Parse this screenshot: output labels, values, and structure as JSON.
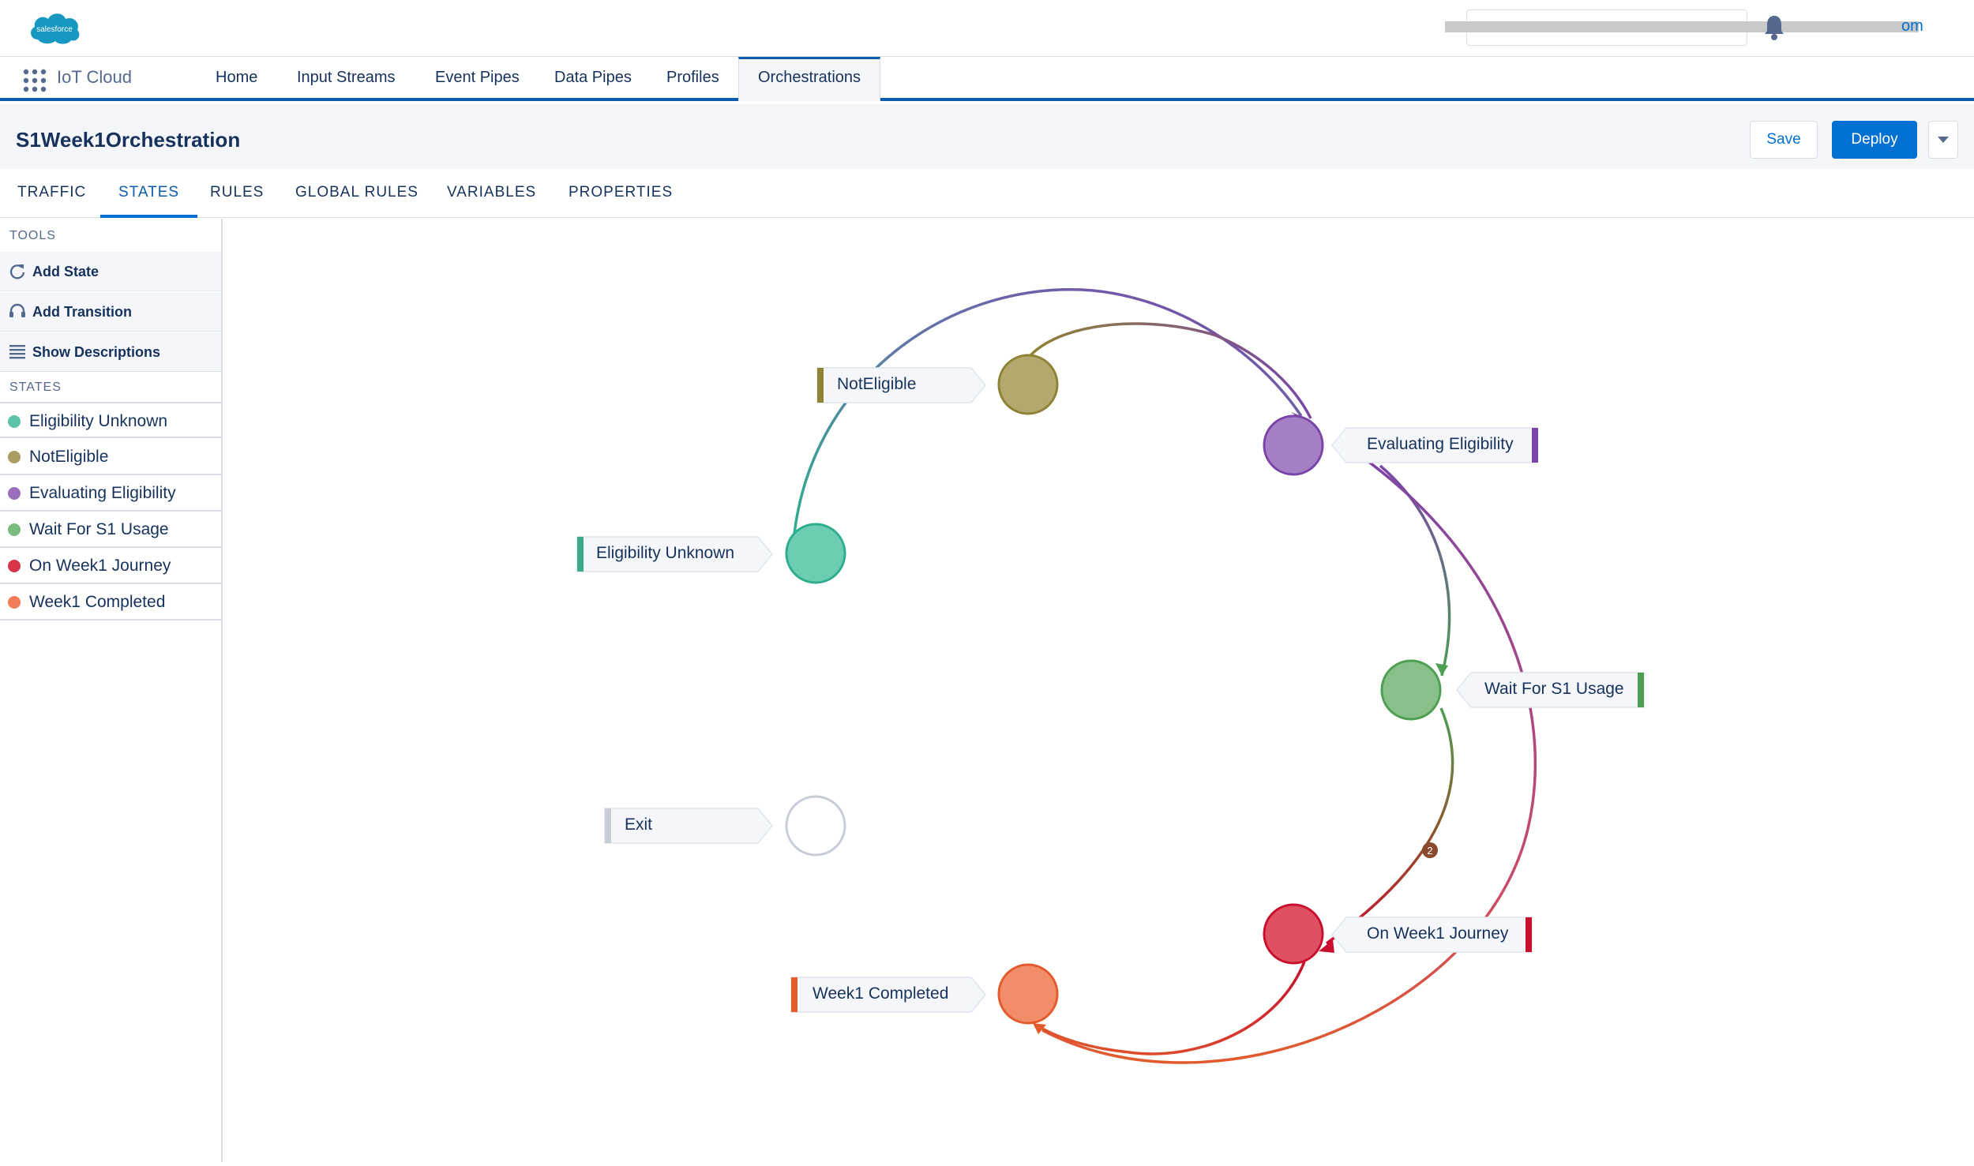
{
  "brand": {
    "logo_text": "salesforce",
    "logo_color": "#1798c1"
  },
  "header": {
    "user_link_suffix": "om"
  },
  "app": {
    "name": "IoT Cloud"
  },
  "nav": {
    "items": [
      "Home",
      "Input Streams",
      "Event Pipes",
      "Data Pipes",
      "Profiles",
      "Orchestrations"
    ],
    "active": "Orchestrations"
  },
  "page": {
    "title": "S1Week1Orchestration"
  },
  "actions": {
    "save": "Save",
    "deploy": "Deploy"
  },
  "tabs": {
    "items": [
      "TRAFFIC",
      "STATES",
      "RULES",
      "GLOBAL RULES",
      "VARIABLES",
      "PROPERTIES"
    ],
    "active": "STATES"
  },
  "sidebar": {
    "tools_heading": "TOOLS",
    "tools": [
      {
        "label": "Add State",
        "icon": "refresh-icon"
      },
      {
        "label": "Add Transition",
        "icon": "headset-icon"
      },
      {
        "label": "Show Descriptions",
        "icon": "list-icon"
      }
    ],
    "states_heading": "STATES",
    "states": [
      {
        "label": "Eligibility Unknown",
        "color": "#5cc3a9"
      },
      {
        "label": "NotEligible",
        "color": "#a99d62"
      },
      {
        "label": "Evaluating Eligibility",
        "color": "#9a6fbc"
      },
      {
        "label": "Wait For S1 Usage",
        "color": "#7abb7e"
      },
      {
        "label": "On Week1 Journey",
        "color": "#d8344c"
      },
      {
        "label": "Week1 Completed",
        "color": "#f17c56"
      }
    ]
  },
  "diagram": {
    "states": {
      "eligibility_unknown": {
        "label": "Eligibility Unknown",
        "color": "#6dcdb3",
        "stroke": "#2fae8e",
        "accent": "#3ba987"
      },
      "not_eligible": {
        "label": "NotEligible",
        "color": "#b3a86d",
        "stroke": "#8e8235",
        "accent": "#8e8235"
      },
      "evaluating_eligibility": {
        "label": "Evaluating Eligibility",
        "color": "#a57fc4",
        "stroke": "#7a45a8",
        "accent": "#7a45a8"
      },
      "wait_for_s1_usage": {
        "label": "Wait For S1 Usage",
        "color": "#88c08a",
        "stroke": "#4e9e54",
        "accent": "#4e9e54"
      },
      "on_week1_journey": {
        "label": "On Week1 Journey",
        "color": "#e05063",
        "stroke": "#c8102e",
        "accent": "#c8102e"
      },
      "week1_completed": {
        "label": "Week1 Completed",
        "color": "#f28c69",
        "stroke": "#e35a2c",
        "accent": "#e35a2c"
      },
      "exit": {
        "label": "Exit",
        "color": "#ffffff",
        "stroke": "#c8ccd6",
        "accent": "#c8ccd6"
      }
    },
    "transition_badge": "2"
  }
}
